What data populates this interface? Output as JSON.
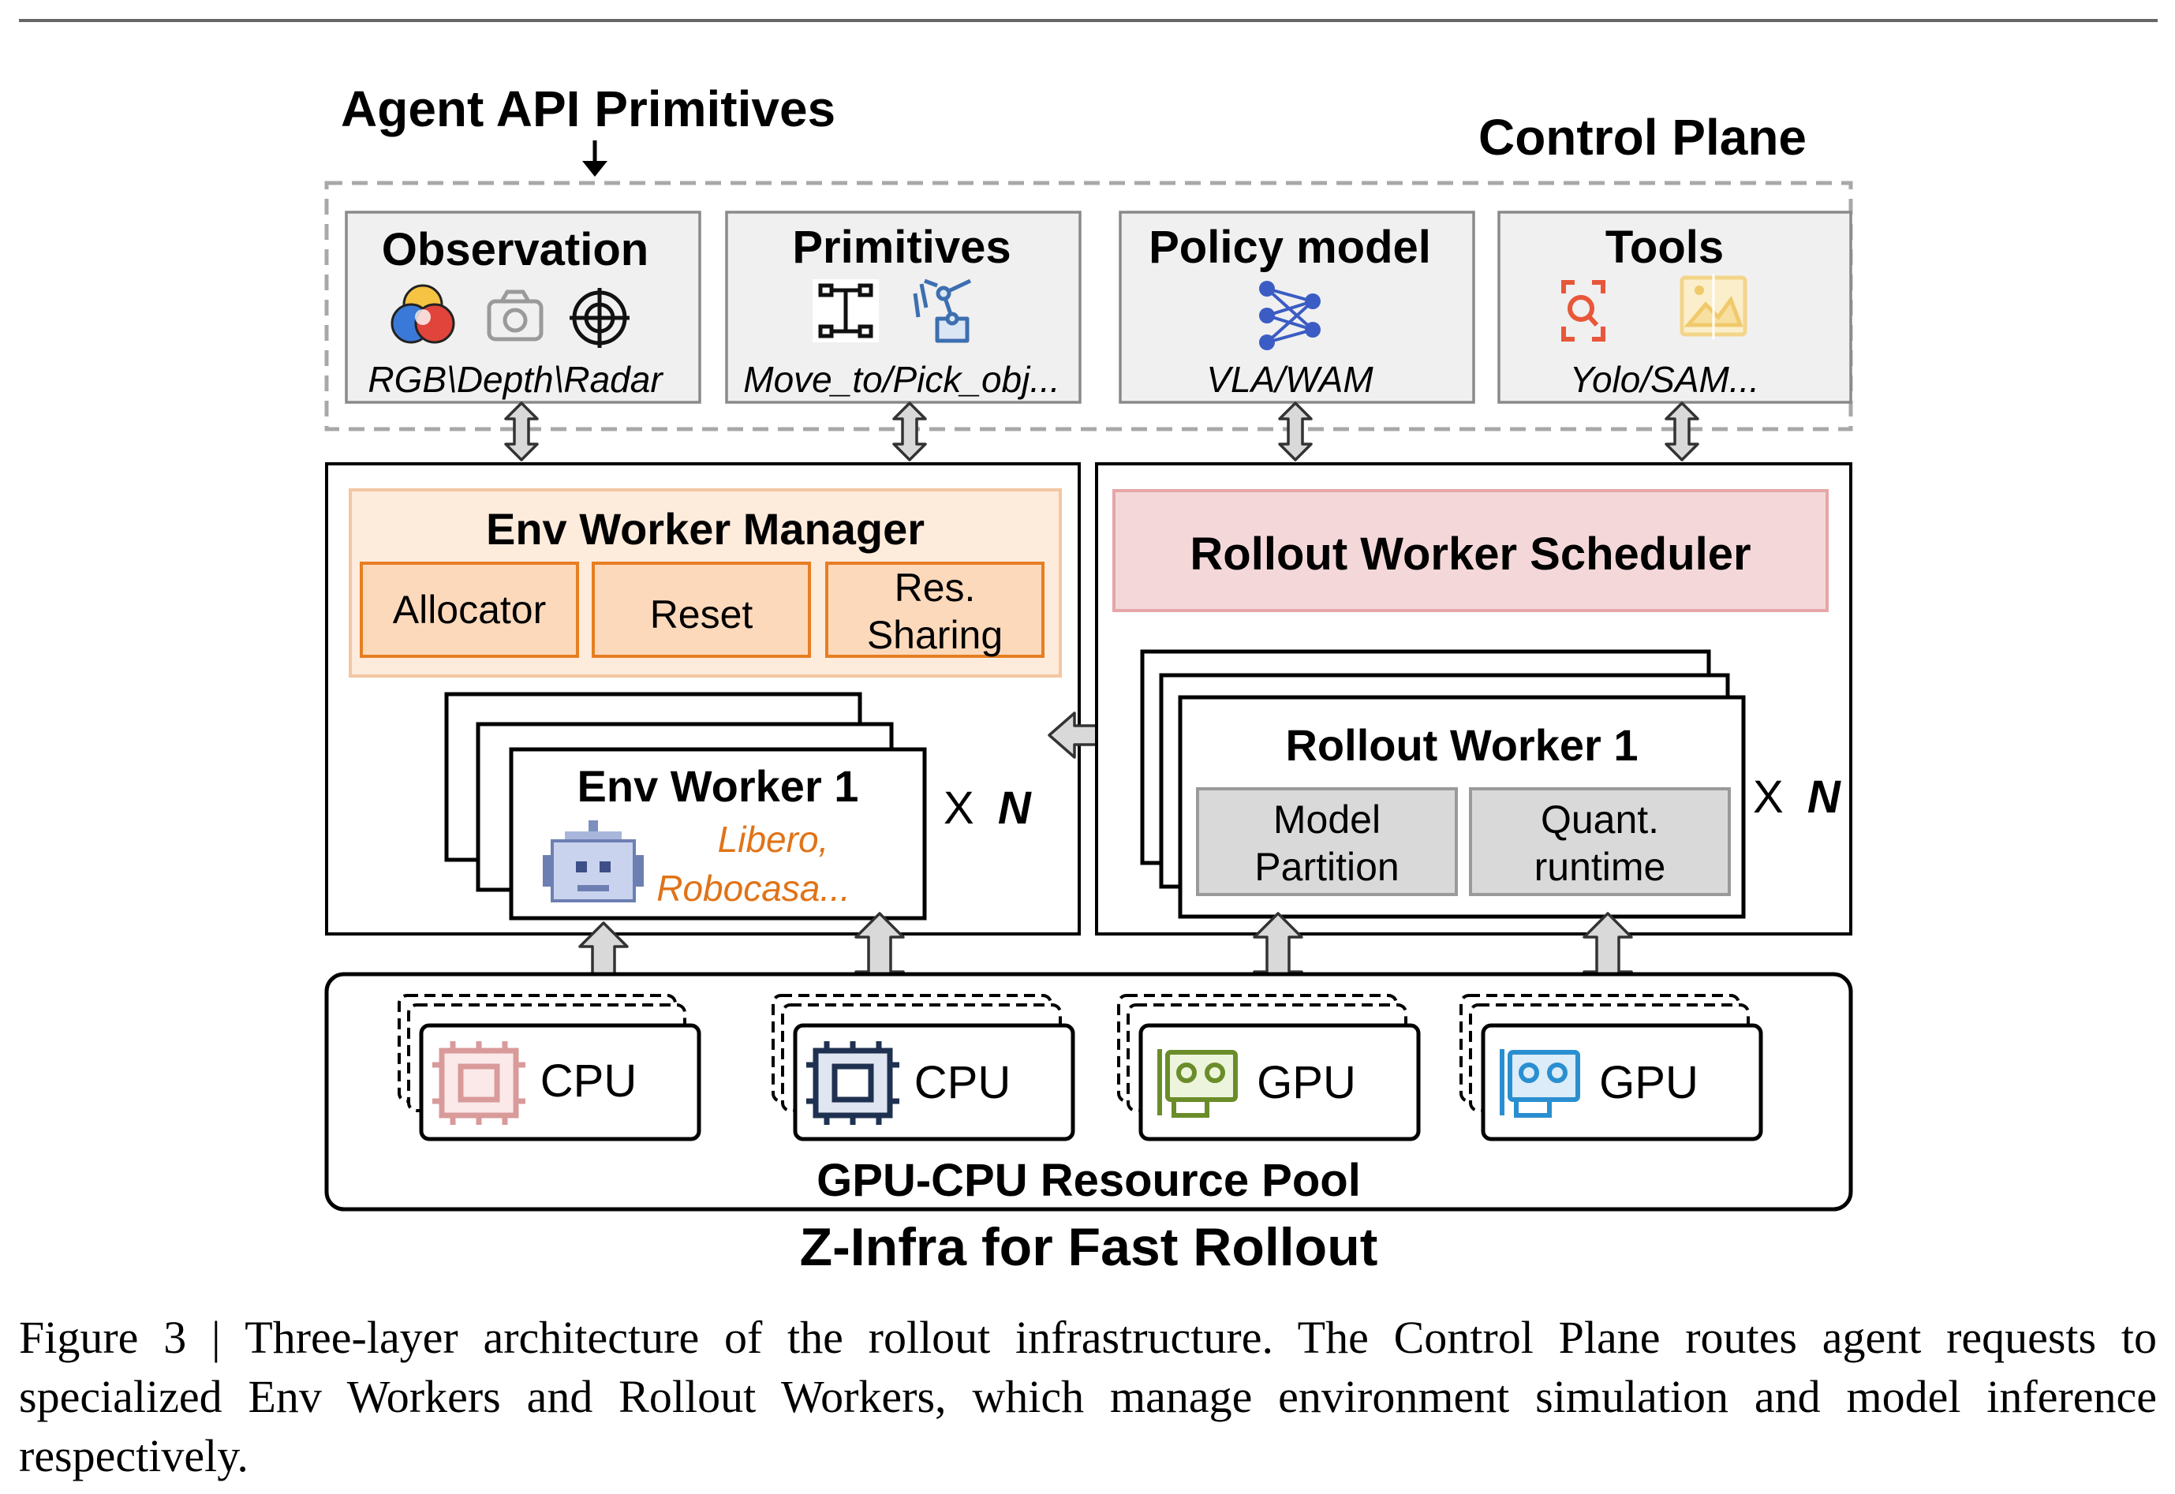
{
  "control_plane": {
    "agent_api_label": "Agent API Primitives",
    "title": "Control Plane",
    "cards": [
      {
        "title": "Observation",
        "subtitle": "RGB\\Depth\\Radar",
        "icons": [
          "rgb-color-icon",
          "camera-icon",
          "radar-target-icon"
        ]
      },
      {
        "title": "Primitives",
        "subtitle": "Move_to/Pick_obj...",
        "icons": [
          "gripper-icon",
          "robot-arm-icon"
        ]
      },
      {
        "title": "Policy model",
        "subtitle": "VLA/WAM",
        "icons": [
          "neural-network-icon"
        ]
      },
      {
        "title": "Tools",
        "subtitle": "Yolo/SAM...",
        "icons": [
          "detection-scan-icon",
          "image-segment-icon"
        ]
      }
    ]
  },
  "env_panel": {
    "manager_title": "Env Worker Manager",
    "manager_items": [
      "Allocator",
      "Reset",
      "Res.",
      "Sharing"
    ],
    "worker_title": "Env Worker 1",
    "worker_envs": [
      "Libero,",
      "Robocasa..."
    ],
    "multiplier_x": "X",
    "multiplier_n": "N"
  },
  "rollout_panel": {
    "scheduler_title": "Rollout Worker Scheduler",
    "worker_title": "Rollout Worker 1",
    "worker_parts": [
      [
        "Model",
        "Partition"
      ],
      [
        "Quant.",
        "runtime"
      ]
    ],
    "multiplier_x": "X",
    "multiplier_n": "N"
  },
  "resource_pool": {
    "title": "GPU-CPU Resource Pool",
    "devices": [
      {
        "label": "CPU",
        "icon": "cpu-chip-icon",
        "color": "#d99a9a"
      },
      {
        "label": "CPU",
        "icon": "cpu-chip-icon",
        "color": "#1f3150"
      },
      {
        "label": "GPU",
        "icon": "gpu-card-icon",
        "color": "#6a8d2a"
      },
      {
        "label": "GPU",
        "icon": "gpu-card-icon",
        "color": "#2a8fd0"
      }
    ]
  },
  "system_title": "Z-Infra for Fast Rollout",
  "caption": {
    "label": "Figure 3 | ",
    "text": "Three-layer architecture of the rollout infrastructure. The Control Plane routes agent requests to specialized Env Workers and Rollout Workers, which manage environment simulation and model inference respectively."
  },
  "colors": {
    "orange_text": "#e07318",
    "orange_border": "#e67e22",
    "orange_fill": "#fde3cc",
    "manager_fill": "#fdebdc",
    "pink_fill": "#f4d8d9",
    "pink_border": "#e6a5a8",
    "grey_fill": "#f0f0f0",
    "arrow_fill": "#d9d9d9"
  }
}
